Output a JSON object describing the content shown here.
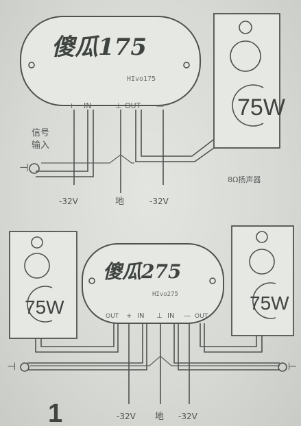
{
  "chip1": {
    "title": "傻瓜175",
    "model": "HIvo175",
    "pins": [
      "+",
      "IN",
      "⊥",
      "OUT",
      "—"
    ]
  },
  "chip2": {
    "title": "傻瓜275",
    "model": "HIvo275",
    "pins": [
      "OUT",
      "+",
      "IN",
      "⊥",
      "IN",
      "—",
      "OUT"
    ]
  },
  "speaker1": {
    "power": "75W",
    "caption": "8Ω扬声器"
  },
  "speaker2": {
    "power": "75W"
  },
  "speaker3": {
    "power": "75W"
  },
  "input1": {
    "label_line1": "信号",
    "label_line2": "输入",
    "jack": "⊣"
  },
  "input2": {
    "left_jack": "⊣",
    "right_jack": "⊢"
  },
  "supply1": {
    "neg_left": "-32V",
    "ground": "地",
    "neg_right": "-32V"
  },
  "supply2": {
    "neg_left": "-32V",
    "ground": "地",
    "neg_right": "-32V"
  },
  "figure_number": "1",
  "colors": {
    "paper": "#d6d8d4",
    "ink": "#4e5350"
  }
}
